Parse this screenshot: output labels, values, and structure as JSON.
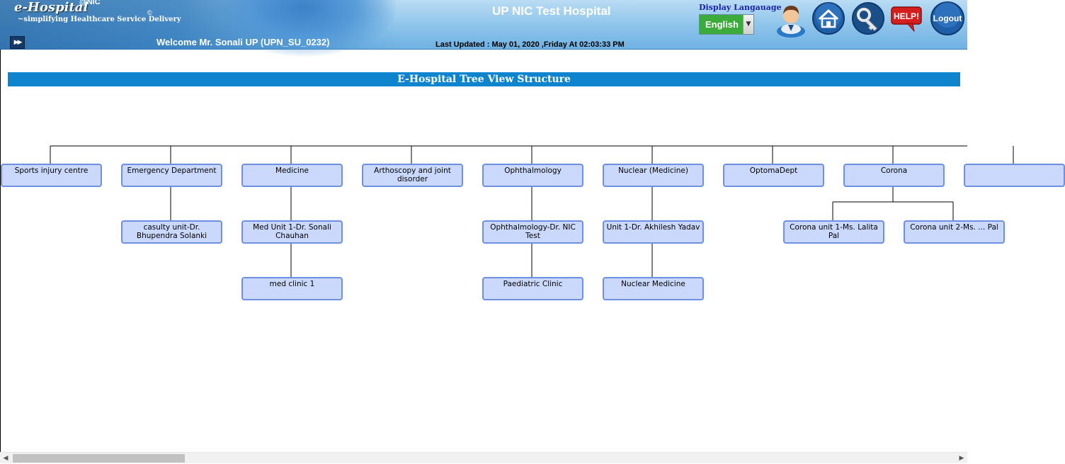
{
  "header": {
    "logo_title": "e-Hospital",
    "logo_sup": "@NIC",
    "logo_tagline": "~simplifying Healthcare Service Delivery",
    "logo_copyright": "©",
    "hospital_name": "UP NIC Test Hospital",
    "welcome": "Welcome Mr. Sonali UP (UPN_SU_0232)",
    "last_updated": "Last Updated : May 01, 2020 ,Friday At 02:03:33 PM",
    "language_label": "Display Langauage",
    "language_value": "English",
    "help_label": "HELP!",
    "logout_label": "Logout"
  },
  "page_title": "E-Hospital Tree View Structure",
  "tree": {
    "departments": [
      {
        "label": "Sports injury centre",
        "children": []
      },
      {
        "label": "Emergency Department",
        "children": [
          {
            "label": "casulty unit-Dr. Bhupendra Solanki",
            "children": []
          }
        ]
      },
      {
        "label": "Medicine",
        "children": [
          {
            "label": "Med Unit 1-Dr. Sonali Chauhan",
            "children": [
              {
                "label": "med clinic 1"
              }
            ]
          }
        ]
      },
      {
        "label": "Arthoscopy and joint disorder",
        "children": []
      },
      {
        "label": "Ophthalmology",
        "children": [
          {
            "label": "Ophthalmology-Dr. NIC Test",
            "children": [
              {
                "label": "Paediatric Clinic"
              }
            ]
          }
        ]
      },
      {
        "label": "Nuclear (Medicine)",
        "children": [
          {
            "label": "Unit 1-Dr. Akhilesh Yadav",
            "children": [
              {
                "label": "Nuclear Medicine"
              }
            ]
          }
        ]
      },
      {
        "label": "OptomaDept",
        "children": []
      },
      {
        "label": "Corona",
        "children": [
          {
            "label": "Corona unit 1-Ms. Lalita Pal",
            "children": []
          },
          {
            "label": "Corona unit 2-Ms. ... Pal",
            "children": []
          }
        ]
      },
      {
        "label": "",
        "children": []
      }
    ]
  },
  "colors": {
    "title_bar": "#0d84cd",
    "node_fill": "#cad8fb",
    "node_border": "#6d8fe6",
    "language_fill": "#3bab3b"
  }
}
